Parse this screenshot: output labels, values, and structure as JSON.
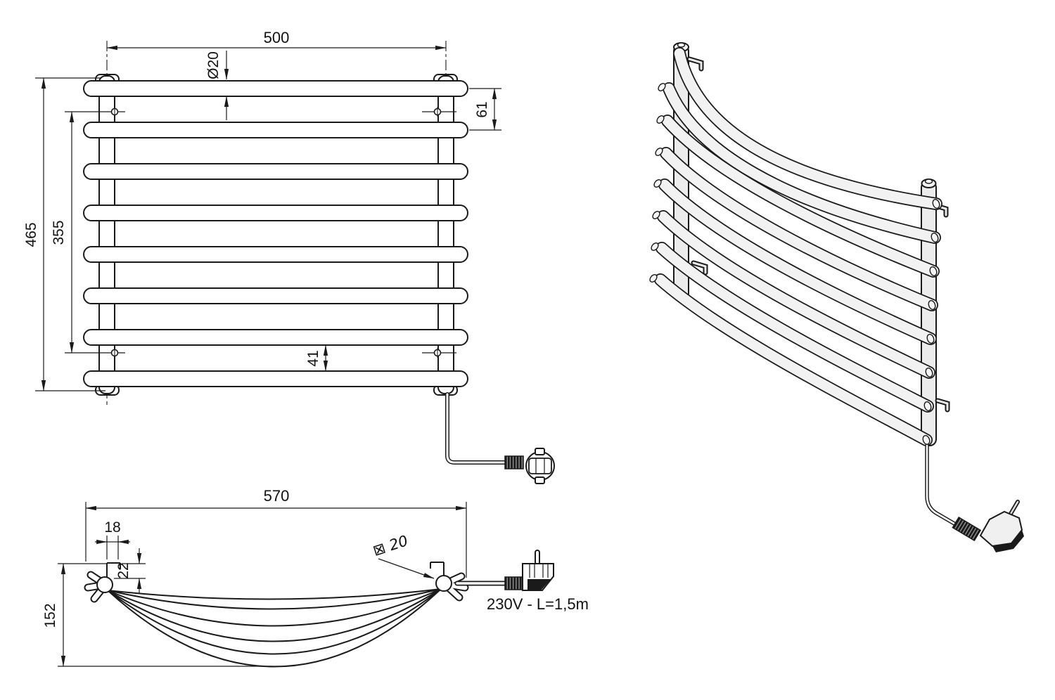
{
  "title": "towel-radiator-technical-drawing",
  "style": {
    "line_color": "#1a1a1a",
    "tube_fill": "#f2f2f2",
    "background": "#ffffff"
  },
  "front_view": {
    "dim_width": "500",
    "dim_tube_diameter": "Ø20",
    "dim_first_rail_gap": "61",
    "dim_total_height": "465",
    "dim_mount_spacing": "355",
    "dim_last_rail_gap": "41"
  },
  "top_view": {
    "dim_overall_width": "570",
    "dim_bracket_width": "18",
    "dim_bracket_offset": "22",
    "dim_depth": "152",
    "dim_tube_section": "⊠ 20",
    "label_power": "230V - L=1,5m"
  }
}
